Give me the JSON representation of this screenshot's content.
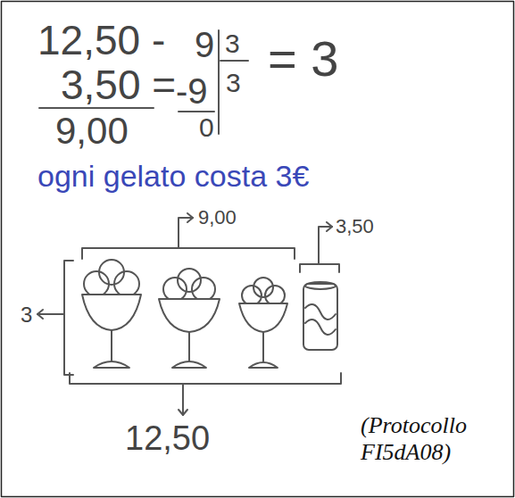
{
  "diagram": {
    "caption": "(Protocollo FI5dA08)",
    "labels": [
      "12,50 -",
      "3,50 =",
      "9,00",
      "9",
      "3",
      "-9",
      "3",
      "0",
      "= 3",
      "ogni gelato costa 3€",
      "9,00",
      "3,50",
      "3",
      "12,50"
    ]
  }
}
